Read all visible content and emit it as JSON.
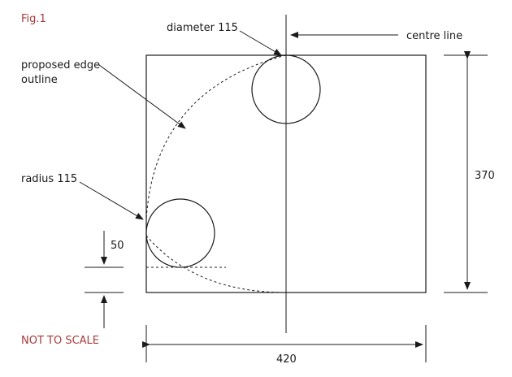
{
  "figure": {
    "label": "Fig.1",
    "note": "NOT TO SCALE",
    "colors": {
      "ink": "#1a1a1a",
      "accent": "#a83a3a"
    }
  },
  "labels": {
    "diameter": "diameter 115",
    "centre_line": "centre line",
    "proposed_edge_line1": "proposed edge",
    "proposed_edge_line2": "outline",
    "radius": "radius 115"
  },
  "dimensions": {
    "height": "370",
    "width": "420",
    "offset": "50"
  }
}
